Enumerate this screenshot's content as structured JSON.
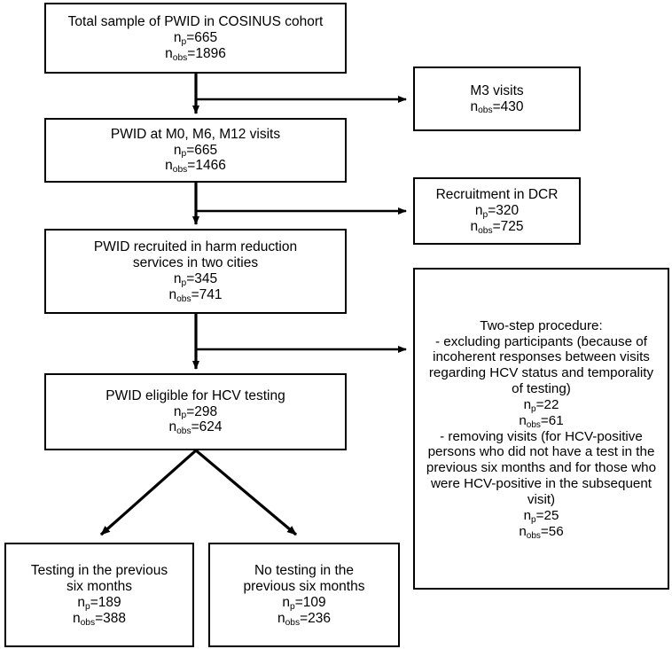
{
  "figure": {
    "type": "flowchart",
    "title": "PWID COSINUS cohort participant flow diagram",
    "orientation": "top-to-bottom with right-side exclusion branches",
    "stroke_color": "#000000",
    "background_color": "#ffffff"
  },
  "labels": {
    "n_participants_symbol": "n",
    "n_participants_sub": "p",
    "n_observations_symbol": "n",
    "n_observations_sub": "obs"
  },
  "nodes": {
    "total": {
      "id": "total-sample",
      "text_line1": "Total sample of PWID in COSINUS cohort",
      "np": "n",
      "np_sub": "p",
      "np_value": "=665",
      "nobs": "n",
      "nobs_sub": "obs",
      "nobs_value": "=1896"
    },
    "m0m6m12": {
      "id": "pwid-m0-m6-m12",
      "text_line1": "PWID at M0, M6, M12 visits",
      "np": "n",
      "np_sub": "p",
      "np_value": "=665",
      "nobs": "n",
      "nobs_sub": "obs",
      "nobs_value": "=1466"
    },
    "harm": {
      "id": "pwid-harm-reduction",
      "text_line1": "PWID recruited in harm reduction",
      "text_line2": "services in two cities",
      "np": "n",
      "np_sub": "p",
      "np_value": "=345",
      "nobs": "n",
      "nobs_sub": "obs",
      "nobs_value": "=741"
    },
    "eligible": {
      "id": "pwid-eligible-hcv-testing",
      "text_line1": "PWID eligible for HCV testing",
      "np": "n",
      "np_sub": "p",
      "np_value": "=298",
      "nobs": "n",
      "nobs_sub": "obs",
      "nobs_value": "=624"
    },
    "testing": {
      "id": "testing-previous-six-months",
      "text_line1": "Testing in the previous",
      "text_line2": "six months",
      "np": "n",
      "np_sub": "p",
      "np_value": "=189",
      "nobs": "n",
      "nobs_sub": "obs",
      "nobs_value": "=388"
    },
    "notesting": {
      "id": "no-testing-previous-six-months",
      "text_line1": "No testing in the",
      "text_line2": "previous six months",
      "np": "n",
      "np_sub": "p",
      "np_value": "=109",
      "nobs": "n",
      "nobs_sub": "obs",
      "nobs_value": "=236"
    },
    "m3": {
      "id": "m3-visits",
      "text_line1": "M3 visits",
      "nobs": "n",
      "nobs_sub": "obs",
      "nobs_value": "=430"
    },
    "dcr": {
      "id": "recruitment-in-dcr",
      "text_line1": "Recruitment in DCR",
      "np": "n",
      "np_sub": "p",
      "np_value": "=320",
      "nobs": "n",
      "nobs_sub": "obs",
      "nobs_value": "=725"
    },
    "twostep": {
      "id": "two-step-procedure",
      "heading": "Two-step procedure:",
      "step1_text": "- excluding participants (because of incoherent responses between visits regarding HCV status and temporality of testing)",
      "step1_np": "n",
      "step1_np_sub": "p",
      "step1_np_value": "=22",
      "step1_nobs": "n",
      "step1_nobs_sub": "obs",
      "step1_nobs_value": "=61",
      "step2_text": "- removing visits (for HCV-positive persons who did not have a test in the previous six months and for those who were HCV-positive in the subsequent visit)",
      "step2_np": "n",
      "step2_np_sub": "p",
      "step2_np_value": "=25",
      "step2_nobs": "n",
      "step2_nobs_sub": "obs",
      "step2_nobs_value": "=56"
    }
  },
  "edges": [
    {
      "id": "edge-total-to-m0m6m12",
      "from": "total",
      "to": "m0m6m12",
      "style": "vertical-arrow"
    },
    {
      "id": "edge-total-to-m3",
      "from": "total",
      "to": "m3",
      "style": "right-branch-arrow"
    },
    {
      "id": "edge-m0m6m12-to-harm",
      "from": "m0m6m12",
      "to": "harm",
      "style": "vertical-arrow"
    },
    {
      "id": "edge-m0m6m12-to-dcr",
      "from": "m0m6m12",
      "to": "dcr",
      "style": "right-branch-arrow"
    },
    {
      "id": "edge-harm-to-eligible",
      "from": "harm",
      "to": "eligible",
      "style": "vertical-arrow"
    },
    {
      "id": "edge-harm-to-twostep",
      "from": "harm",
      "to": "twostep",
      "style": "right-branch-arrow"
    },
    {
      "id": "edge-eligible-to-testing",
      "from": "eligible",
      "to": "testing",
      "style": "diagonal-arrow-left"
    },
    {
      "id": "edge-eligible-to-notesting",
      "from": "eligible",
      "to": "notesting",
      "style": "diagonal-arrow-right"
    }
  ]
}
